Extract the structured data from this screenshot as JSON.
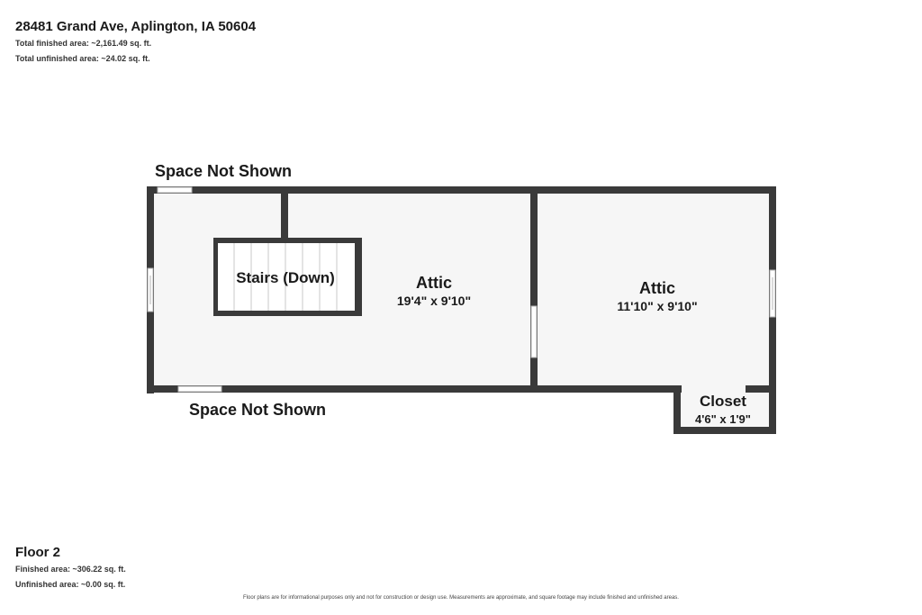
{
  "header": {
    "address": "28481 Grand Ave, Aplington, IA 50604",
    "total_finished": "Total finished area: ~2,161.49 sq. ft.",
    "total_unfinished": "Total unfinished area: ~24.02 sq. ft."
  },
  "plan": {
    "rooms": [
      {
        "name": "Attic",
        "dims": "19'4\" x 9'10\""
      },
      {
        "name": "Attic",
        "dims": "11'10\" x 9'10\""
      },
      {
        "name": "Closet",
        "dims": "4'6\" x 1'9\""
      }
    ],
    "stairs_label": "Stairs (Down)",
    "not_shown_top": "Space Not Shown",
    "not_shown_bottom": "Space Not Shown"
  },
  "footer": {
    "floor": "Floor 2",
    "finished": "Finished area: ~306.22 sq. ft.",
    "unfinished": "Unfinished area: ~0.00 sq. ft.",
    "disclaimer": "Floor plans are for informational purposes only and not for construction or design use. Measurements are approximate, and square footage may include finished and unfinished areas."
  },
  "colors": {
    "wall": "#3a3a3a",
    "floor": "#f6f6f6"
  }
}
